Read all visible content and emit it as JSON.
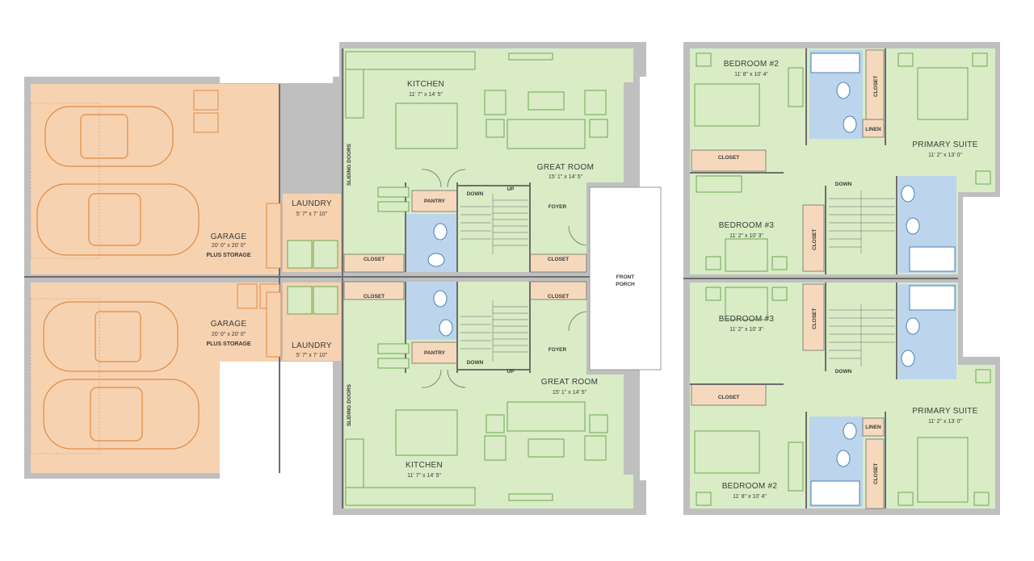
{
  "colors": {
    "living": "#d9ecc6",
    "garage": "#f7d2b0",
    "bath": "#bcd5ec",
    "closet": "#f6d9bd",
    "wall_outer": "#bfbfbf",
    "wall_inner": "#6d6d6d",
    "furniture_green": "#6aa84f",
    "car_orange": "#e08a43",
    "fixture_blue": "#4a7fb5"
  },
  "first_floor": {
    "top_unit": {
      "garage": {
        "name": "GARAGE",
        "dims": "20' 0\" x 20' 0\"",
        "extra": "PLUS STORAGE"
      },
      "laundry": {
        "name": "LAUNDRY",
        "dims": "5' 7\" x 7' 10\""
      },
      "kitchen": {
        "name": "KITCHEN",
        "dims": "11' 7\" x 14' 5\""
      },
      "great_room": {
        "name": "GREAT ROOM",
        "dims": "15' 1\" x 14' 5\""
      },
      "pantry": "PANTRY",
      "down": "DOWN",
      "up": "UP",
      "foyer": "FOYER",
      "closet_left": "CLOSET",
      "closet_right": "CLOSET",
      "sliding_doors": "SLIDING DOORS"
    },
    "bottom_unit": {
      "garage": {
        "name": "GARAGE",
        "dims": "20' 0\" x 20' 0\"",
        "extra": "PLUS STORAGE"
      },
      "laundry": {
        "name": "LAUNDRY",
        "dims": "5' 7\" x 7' 10\""
      },
      "kitchen": {
        "name": "KITCHEN",
        "dims": "11' 7\" x 14' 5\""
      },
      "great_room": {
        "name": "GREAT ROOM",
        "dims": "15' 1\" x 14' 5\""
      },
      "pantry": "PANTRY",
      "down": "DOWN",
      "up": "UP",
      "foyer": "FOYER",
      "closet_left": "CLOSET",
      "closet_right": "CLOSET",
      "sliding_doors": "SLIDING DOORS"
    },
    "front_porch_line1": "FRONT",
    "front_porch_line2": "PORCH"
  },
  "second_floor": {
    "top_unit": {
      "bedroom2": {
        "name": "BEDROOM #2",
        "dims": "11' 8\" x 10' 4\""
      },
      "bedroom3": {
        "name": "BEDROOM #3",
        "dims": "11' 2\" x 10' 3\""
      },
      "primary": {
        "name": "PRIMARY SUITE",
        "dims": "11' 2\" x 13' 0\""
      },
      "closet_bed2": "CLOSET",
      "closet_bed3": "CLOSET",
      "closet_primary": "CLOSET",
      "linen": "LINEN",
      "down": "DOWN"
    },
    "bottom_unit": {
      "bedroom2": {
        "name": "BEDROOM #2",
        "dims": "11' 8\" x 10' 4\""
      },
      "bedroom3": {
        "name": "BEDROOM #3",
        "dims": "11' 2\" x 10' 3\""
      },
      "primary": {
        "name": "PRIMARY SUITE",
        "dims": "11' 2\" x 13' 0\""
      },
      "closet_bed2": "CLOSET",
      "closet_bed3": "CLOSET",
      "closet_primary": "CLOSET",
      "linen": "LINEN",
      "down": "DOWN"
    }
  }
}
